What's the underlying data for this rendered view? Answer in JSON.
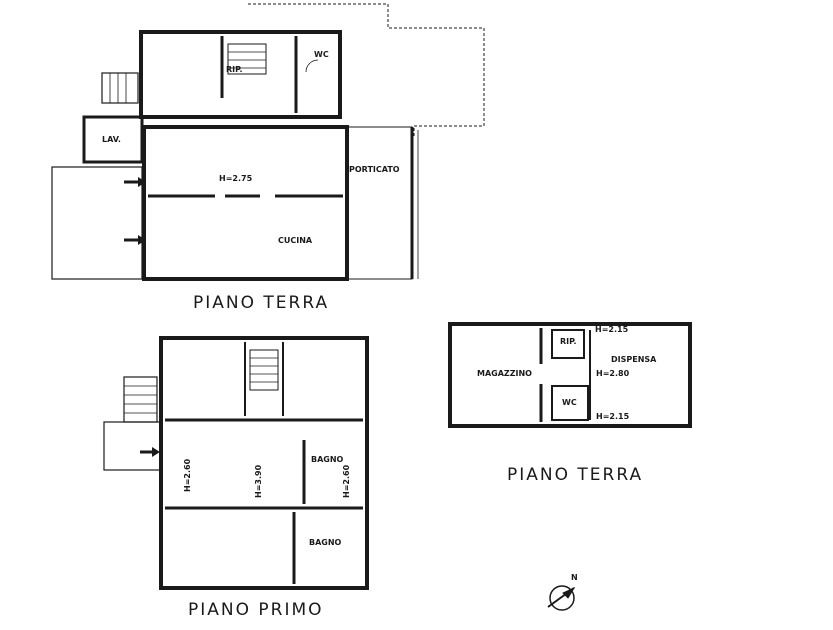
{
  "plans": {
    "top": {
      "title": "PIANO TERRA",
      "rooms": {
        "rip": "RIP.",
        "wc": "WC",
        "lav": "LAV.",
        "height": "H=2.75",
        "porticato": "PORTICATO",
        "cucina": "CUCINA"
      }
    },
    "annex": {
      "title": "PIANO TERRA",
      "rooms": {
        "rip": "RIP.",
        "h1": "H=2.15",
        "magazzino": "MAGAZZINO",
        "dispensa": "DISPENSA",
        "h2": "H=2.80",
        "wc": "WC",
        "h3": "H=2.15"
      }
    },
    "first": {
      "title": "PIANO PRIMO",
      "rooms": {
        "h260a": "H=2.60",
        "h390": "H=3.90",
        "bagno1": "BAGNO",
        "h260b": "H=2.60",
        "bagno2": "BAGNO"
      }
    }
  },
  "north": {
    "label": "N"
  }
}
